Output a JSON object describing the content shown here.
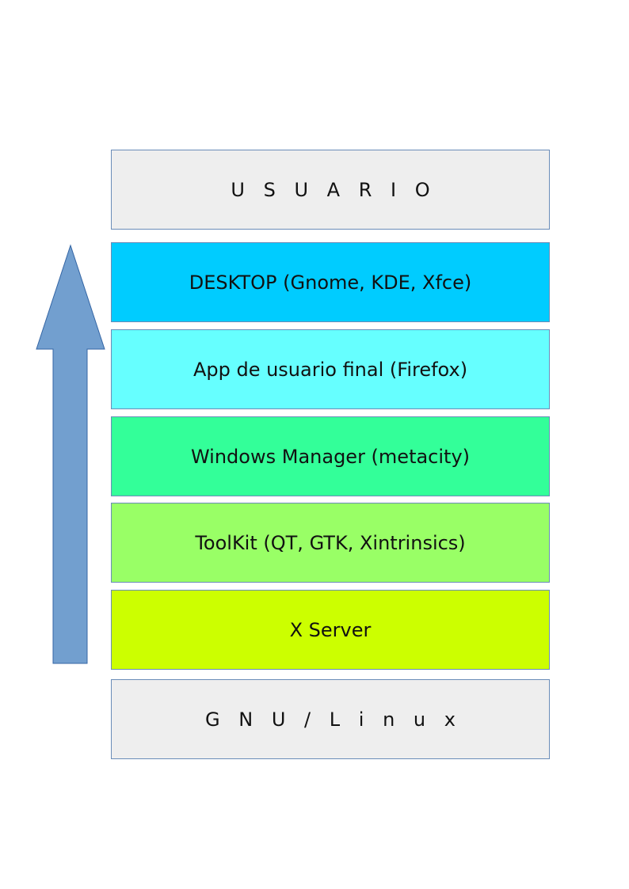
{
  "layers": [
    {
      "label": "U S U A R I O",
      "color": "#eeeeee"
    },
    {
      "label": "DESKTOP (Gnome, KDE, Xfce)",
      "color": "#00ccff"
    },
    {
      "label": "App de usuario final (Firefox)",
      "color": "#66ffff"
    },
    {
      "label": "Windows Manager (metacity)",
      "color": "#33ff99"
    },
    {
      "label": "ToolKit (QT, GTK, Xintrinsics)",
      "color": "#99ff66"
    },
    {
      "label": "X Server",
      "color": "#ccff00"
    },
    {
      "label": "G N U / L i n u x",
      "color": "#eeeeee"
    }
  ],
  "arrow": {
    "direction": "up",
    "color": "#729fcf",
    "border_color": "#3465a4"
  }
}
